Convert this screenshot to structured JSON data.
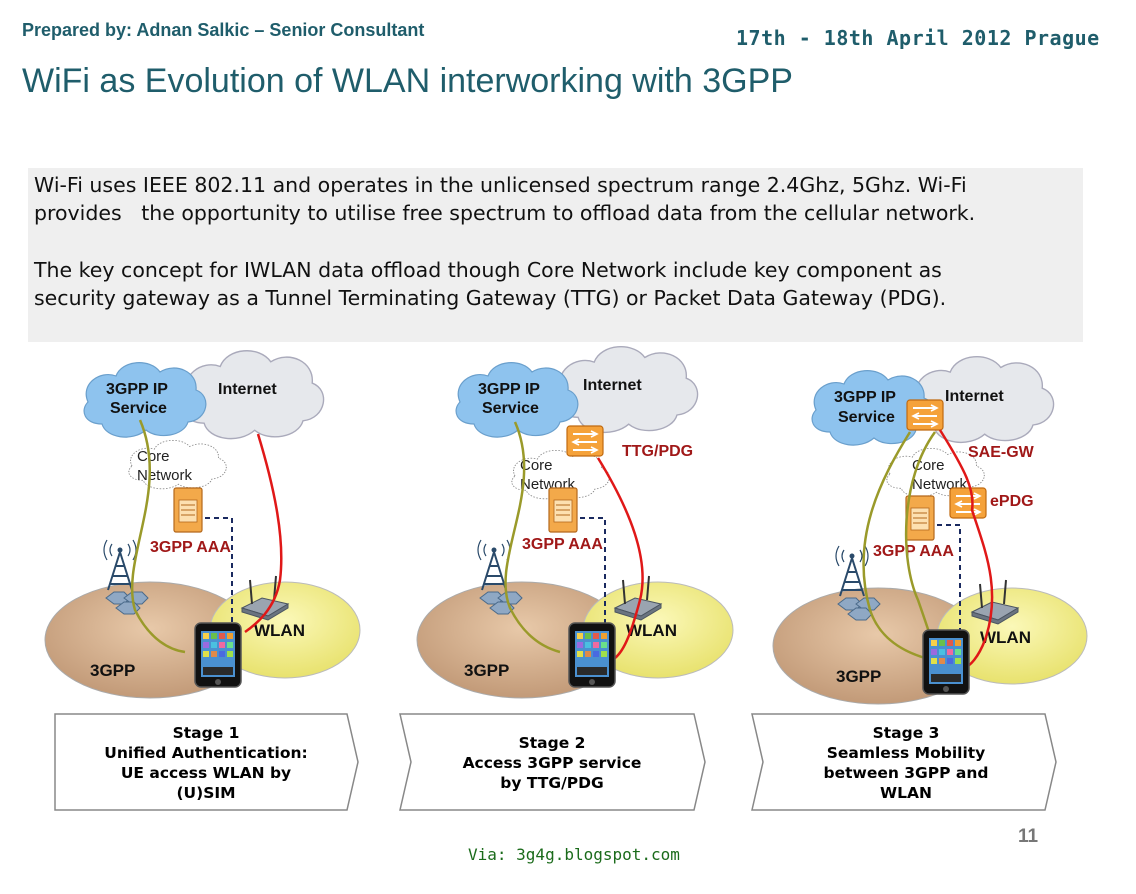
{
  "header": {
    "prepared_by": "Prepared by: Adnan Salkic – Senior Consultant",
    "date_location": "17th - 18th  April 2012  Prague",
    "title": "WiFi as Evolution of WLAN interworking with 3GPP"
  },
  "intro": {
    "paragraph1": "Wi-Fi uses IEEE 802.11 and operates in the unlicensed spectrum range 2.4Ghz, 5Ghz. Wi-Fi\nprovides   the opportunity to utilise free spectrum to offload data from the cellular network.",
    "paragraph2": "The key concept for IWLAN data offload though Core Network include key component as\nsecurity gateway as a Tunnel Terminating Gateway (TTG) or Packet Data Gateway (PDG)."
  },
  "diagram": {
    "cloud_3gpp_line1": "3GPP IP",
    "cloud_3gpp_line2": "Service",
    "cloud_internet": "Internet",
    "core_line1": "Core",
    "core_line2": "Network",
    "aaa_label": "3GPP AAA",
    "area_3gpp": "3GPP",
    "area_wlan": "WLAN",
    "panels": [
      {
        "gateway_labels": []
      },
      {
        "gateway_labels": [
          "TTG/PDG"
        ]
      },
      {
        "gateway_labels": [
          "SAE-GW",
          "ePDG"
        ]
      }
    ]
  },
  "stages": [
    {
      "lines": [
        "Stage 1",
        "Unified Authentication:",
        "UE access WLAN by",
        "(U)SIM"
      ]
    },
    {
      "lines": [
        "Stage 2",
        "Access 3GPP service",
        "by TTG/PDG"
      ]
    },
    {
      "lines": [
        "Stage 3",
        "Seamless Mobility",
        "between 3GPP and",
        "WLAN"
      ]
    }
  ],
  "footer": {
    "page_number": "11",
    "via": "Via: 3g4g.blogspot.com"
  },
  "colors": {
    "heading": "#1f5d6b",
    "cloud_3gpp": "#8ec3ee",
    "cloud_internet": "#e6e8ec",
    "area_3gpp": "#d4a882",
    "area_wlan": "#f2ef8c",
    "gateway": "#f5a23a",
    "red_path": "#e01818",
    "olive_path": "#9a9a2a",
    "label_red": "#a01818"
  }
}
